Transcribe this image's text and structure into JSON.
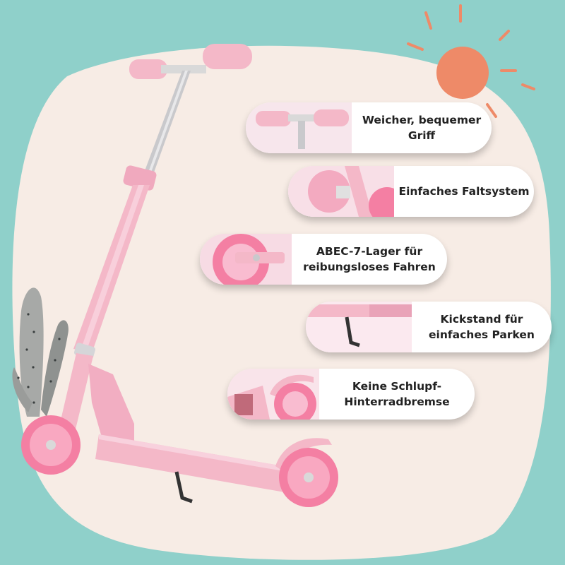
{
  "colors": {
    "background": "#8fd0ca",
    "blob": "#f7ece5",
    "sun": "#ee8a68",
    "scooter_pink": "#f4b8c8",
    "wheel_pink": "#f47fa3",
    "card": "#ffffff",
    "text": "#222222"
  },
  "features": [
    {
      "text": "Weicher, bequemer\nGriff",
      "icon": "handlebar-grip-icon"
    },
    {
      "text": "Einfaches Faltsystem",
      "icon": "folding-joint-icon"
    },
    {
      "text": "ABEC-7-Lager für\nreibungsloses Fahren",
      "icon": "bearing-wheel-icon"
    },
    {
      "text": "Kickstand für\neinfaches Parken",
      "icon": "kickstand-icon"
    },
    {
      "text": "Keine Schlupf-\nHinterradbremse",
      "icon": "rear-brake-icon"
    }
  ]
}
